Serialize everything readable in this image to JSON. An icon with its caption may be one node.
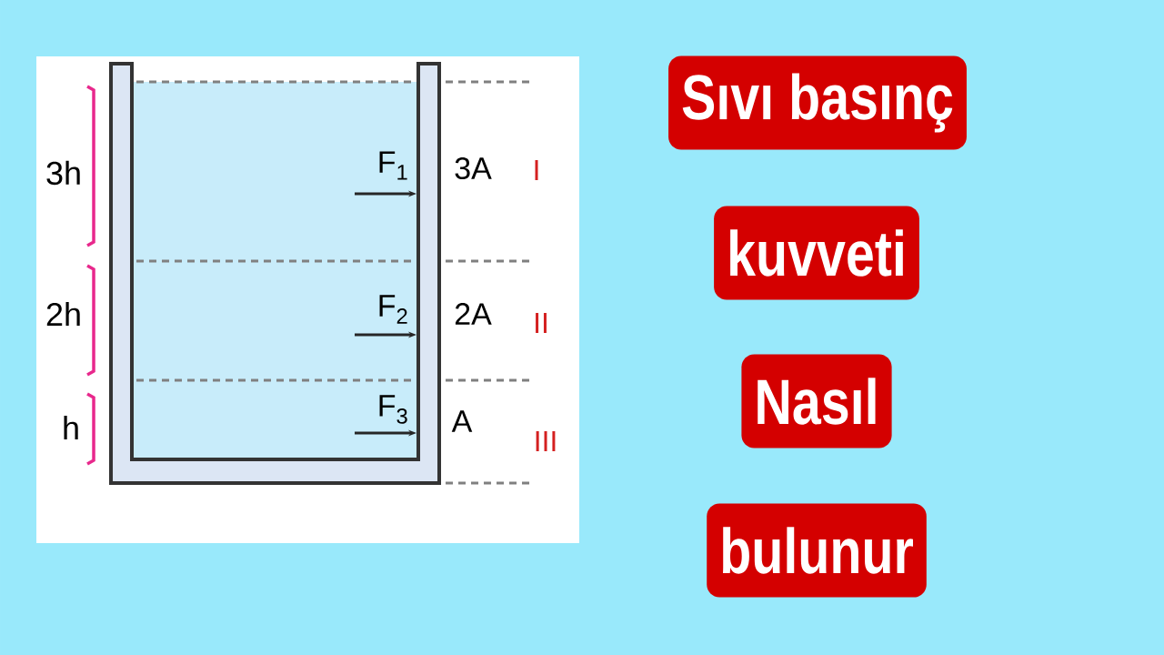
{
  "diagram": {
    "nodes": [
      {
        "text": [
          "Sıvı basınç"
        ]
      },
      {
        "text": [
          "kuvveti"
        ]
      },
      {
        "text": [
          "Nasıl"
        ]
      },
      {
        "text": [
          "bulunur"
        ]
      }
    ],
    "labels": [
      "3h",
      "F$_{1}$",
      "3A",
      "I",
      "2h",
      "F$_{2}$",
      "2A",
      "II",
      "h",
      "F$_{3}$",
      "A",
      "III"
    ]
  }
}
